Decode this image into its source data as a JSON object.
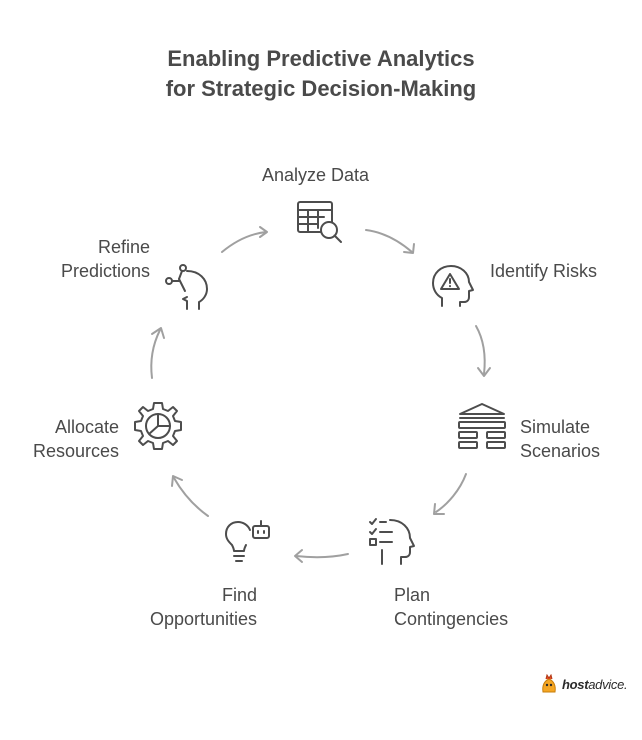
{
  "title": {
    "line1": "Enabling Predictive Analytics",
    "line2": "for Strategic Decision-Making"
  },
  "steps": [
    {
      "id": "analyze-data",
      "lines": [
        "Analyze Data"
      ],
      "icon": "table-search-icon"
    },
    {
      "id": "identify-risks",
      "lines": [
        "Identify Risks"
      ],
      "icon": "head-warning-icon"
    },
    {
      "id": "simulate-scenarios",
      "lines": [
        "Simulate",
        "Scenarios"
      ],
      "icon": "stacked-blocks-icon"
    },
    {
      "id": "plan-contingencies",
      "lines": [
        "Plan",
        "Contingencies"
      ],
      "icon": "head-checklist-icon"
    },
    {
      "id": "find-opportunities",
      "lines": [
        "Find",
        "Opportunities"
      ],
      "icon": "lightbulb-robot-icon"
    },
    {
      "id": "allocate-resources",
      "lines": [
        "Allocate",
        "Resources"
      ],
      "icon": "gear-piechart-icon"
    },
    {
      "id": "refine-predictions",
      "lines": [
        "Refine",
        "Predictions"
      ],
      "icon": "head-network-icon"
    }
  ],
  "logo": {
    "bold": "host",
    "regular": "advice."
  },
  "colors": {
    "text": "#4a4a4a",
    "icon": "#4d4d4d",
    "arrow": "#a0a0a0",
    "logo_accent": "#f5a623"
  }
}
